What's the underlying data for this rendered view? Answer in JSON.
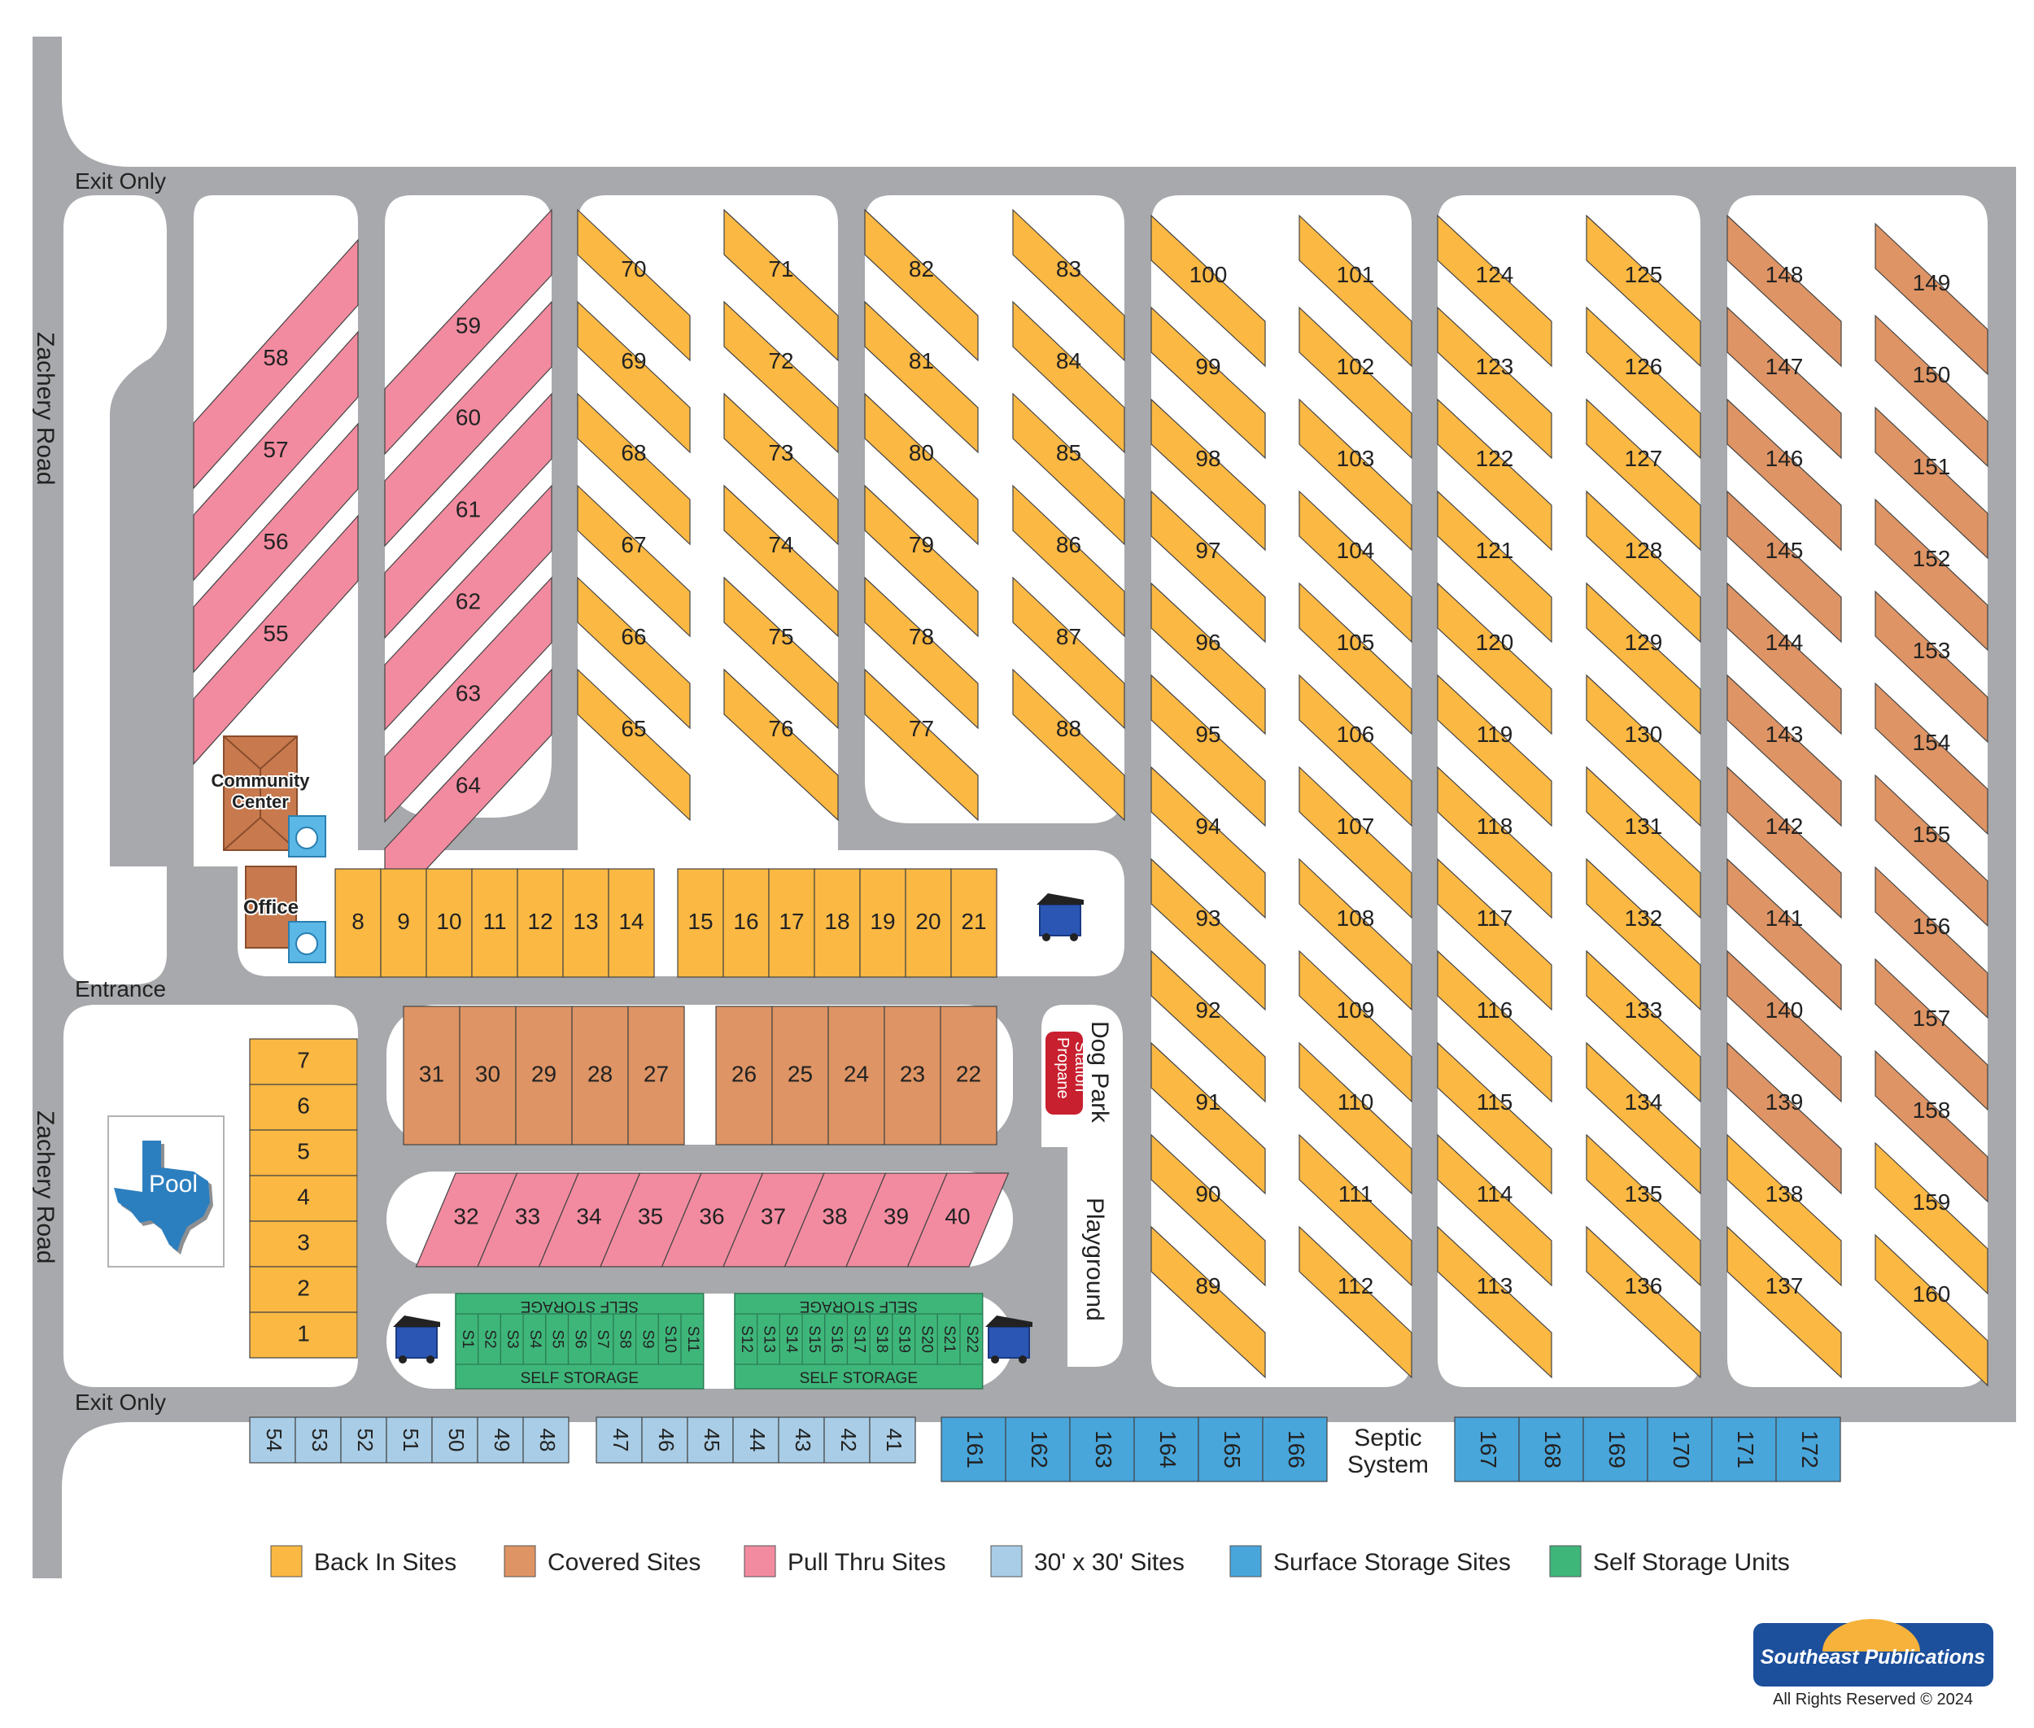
{
  "colors": {
    "road": "#a7a9ac",
    "back_in": "#fbb843",
    "covered": "#de9464",
    "pull_thru": "#f28ba0",
    "small_sites": "#a9cde6",
    "surface_storage": "#48a6db",
    "self_storage": "#3eb67a",
    "propane": "#c8202f",
    "pool": "#2c7fbf",
    "building": "#c87a4e"
  },
  "labels": {
    "exit_top": "Exit Only",
    "exit_bottom": "Exit Only",
    "entrance": "Entrance",
    "road_upper": "Zachery Road",
    "road_lower": "Zachery Road",
    "community_center": "Community Center",
    "office": "Office",
    "pool": "Pool",
    "dog_park": "Dog Park",
    "propane": "Propane Station",
    "playground": "Playground",
    "septic": "Septic System",
    "self_storage": "SELF STORAGE"
  },
  "legend": [
    {
      "label": "Back In Sites",
      "color": "#fbb843"
    },
    {
      "label": "Covered Sites",
      "color": "#de9464"
    },
    {
      "label": "Pull Thru Sites",
      "color": "#f28ba0"
    },
    {
      "label": "30' x 30' Sites",
      "color": "#a9cde6"
    },
    {
      "label": "Surface Storage Sites",
      "color": "#48a6db"
    },
    {
      "label": "Self Storage Units",
      "color": "#3eb67a"
    }
  ],
  "logo_text": "Southeast Publications",
  "copyright": "All Rights Reserved © 2024",
  "sites": {
    "pull_left": [
      "58",
      "57",
      "56",
      "55"
    ],
    "pull_mid": [
      "59",
      "60",
      "61",
      "62",
      "63",
      "64"
    ],
    "c1_left": [
      "70",
      "69",
      "68",
      "67",
      "66",
      "65"
    ],
    "c1_right": [
      "71",
      "72",
      "73",
      "74",
      "75",
      "76"
    ],
    "c2_left": [
      "82",
      "81",
      "80",
      "79",
      "78",
      "77"
    ],
    "c2_right": [
      "83",
      "84",
      "85",
      "86",
      "87",
      "88"
    ],
    "c3_left": [
      "100",
      "99",
      "98",
      "97",
      "96",
      "95",
      "94",
      "93",
      "92",
      "91",
      "90",
      "89"
    ],
    "c3_right": [
      "101",
      "102",
      "103",
      "104",
      "105",
      "106",
      "107",
      "108",
      "109",
      "110",
      "111",
      "112"
    ],
    "c4_left": [
      "124",
      "123",
      "122",
      "121",
      "120",
      "119",
      "118",
      "117",
      "116",
      "115",
      "114",
      "113"
    ],
    "c4_right": [
      "125",
      "126",
      "127",
      "128",
      "129",
      "130",
      "131",
      "132",
      "133",
      "134",
      "135",
      "136"
    ],
    "c5_left": [
      "148",
      "147",
      "146",
      "145",
      "144",
      "143",
      "142",
      "141",
      "140",
      "139",
      "138",
      "137"
    ],
    "c5_right": [
      "149",
      "150",
      "151",
      "152",
      "153",
      "154",
      "155",
      "156",
      "157",
      "158",
      "159",
      "160"
    ],
    "row_a": [
      "8",
      "9",
      "10",
      "11",
      "12",
      "13",
      "14"
    ],
    "row_b": [
      "15",
      "16",
      "17",
      "18",
      "19",
      "20",
      "21"
    ],
    "col_left": [
      "7",
      "6",
      "5",
      "4",
      "3",
      "2",
      "1"
    ],
    "covered_a": [
      "31",
      "30",
      "29",
      "28",
      "27"
    ],
    "covered_b": [
      "26",
      "25",
      "24",
      "23",
      "22"
    ],
    "pull_row": [
      "32",
      "33",
      "34",
      "35",
      "36",
      "37",
      "38",
      "39",
      "40"
    ],
    "storage_a": [
      "S1",
      "S2",
      "S3",
      "S4",
      "S5",
      "S6",
      "S7",
      "S8",
      "S9",
      "S10",
      "S11"
    ],
    "storage_b": [
      "S12",
      "S13",
      "S14",
      "S15",
      "S16",
      "S17",
      "S18",
      "S19",
      "S20",
      "S21",
      "S22"
    ],
    "small_a": [
      "54",
      "53",
      "52",
      "51",
      "50",
      "49",
      "48"
    ],
    "small_b": [
      "47",
      "46",
      "45",
      "44",
      "43",
      "42",
      "41"
    ],
    "surface_a": [
      "161",
      "162",
      "163",
      "164",
      "165",
      "166"
    ],
    "surface_b": [
      "167",
      "168",
      "169",
      "170",
      "171",
      "172"
    ]
  }
}
